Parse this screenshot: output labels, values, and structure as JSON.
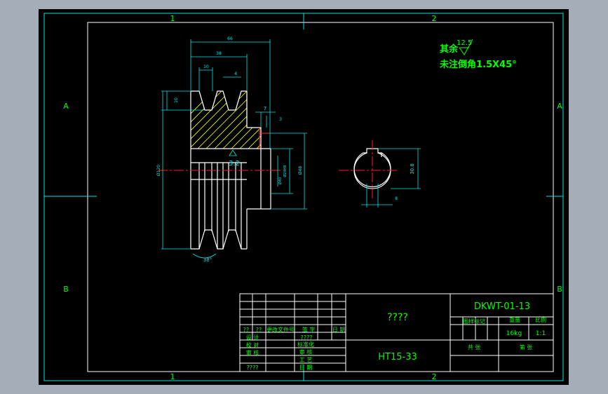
{
  "border": {
    "columns": [
      "1",
      "2"
    ],
    "rows": [
      "A",
      "B"
    ]
  },
  "notes": {
    "remaining_roughness": "其余",
    "roughness_value": "12.5",
    "chamfer": "未注倒角1.5X45°"
  },
  "dimensions": {
    "width_overall": "66",
    "width_groove": "38",
    "pitch": "10",
    "groove_offset": "4",
    "rim_depth": "10",
    "hub_step": "7",
    "hub_chamfer": "3",
    "outer_diameter": "Ø120",
    "hub_diameter": "Ø48",
    "bore_diameter": "Ø24H8",
    "hub_side_diameter": "Ø40",
    "roughness_center": "3.2",
    "groove_angle": "38°",
    "keyway_depth": "30.8",
    "keyway_width": "8"
  },
  "title_block": {
    "drawing_number": "DKWT-01-13",
    "part_name": "????",
    "material": "HT15-33",
    "weight": "16kg",
    "scale_value": "1:1",
    "header_weight": "重量",
    "header_scale": "比例",
    "label_mark": "图样标记",
    "label_sheets": "共 张",
    "label_sheet": "第 张",
    "rev_row": [
      "??",
      "??",
      "更改文件号",
      "签 字",
      "日 期"
    ],
    "left_rows": [
      {
        "label": "设 计",
        "value": "",
        "right": "标准化"
      },
      {
        "label": "校 对",
        "value": "????",
        "right": "审 核"
      },
      {
        "label": "审 核",
        "value": "",
        "right": "工 艺"
      },
      {
        "label": "????",
        "value": "",
        "right": "日 期"
      }
    ]
  },
  "colors": {
    "background": "#000000",
    "frame": "#00e5e5",
    "label": "#00ff00",
    "hatch": "#ffff00",
    "centerline": "#ff2020"
  }
}
